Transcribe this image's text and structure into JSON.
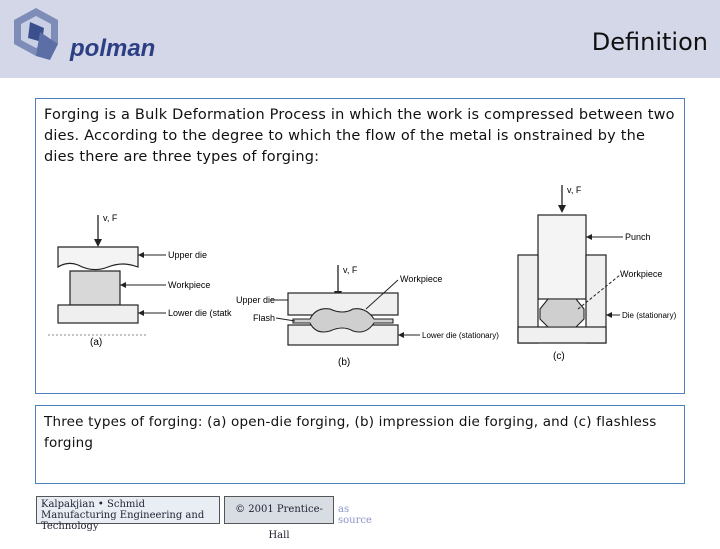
{
  "header": {
    "logo_text": "polman",
    "title": "Definition"
  },
  "intro": {
    "text": "Forging is a Bulk Deformation Process in which the work is compressed between two dies. According to the degree to which the flow of the metal is  onstrained by the dies there are three types of forging:"
  },
  "figure": {
    "panel_a": {
      "force": "v, F",
      "upper_die": "Upper die",
      "workpiece": "Workpiece",
      "lower_die": "Lower die (statk",
      "label": "(a)"
    },
    "panel_b": {
      "force": "v, F",
      "workpiece": "Workpiece",
      "upper_die": "Upper die",
      "flash": "Flash",
      "lower_die": "Lower die (stationary)",
      "label": "(b)"
    },
    "panel_c": {
      "force": "v, F",
      "punch": "Punch",
      "workpiece": "Workpiece",
      "die": "Die (stationary)",
      "label": "(c)"
    }
  },
  "caption": {
    "text": "Three types of forging: (a) open-die forging, (b) impression die forging, and (c) flashless forging"
  },
  "footer": {
    "book_line1": "Kalpakjian • Schmid",
    "book_line2": "Manufacturing Engineering and Technology",
    "copyright": "© 2001 Prentice-Hall",
    "source": "as source"
  }
}
